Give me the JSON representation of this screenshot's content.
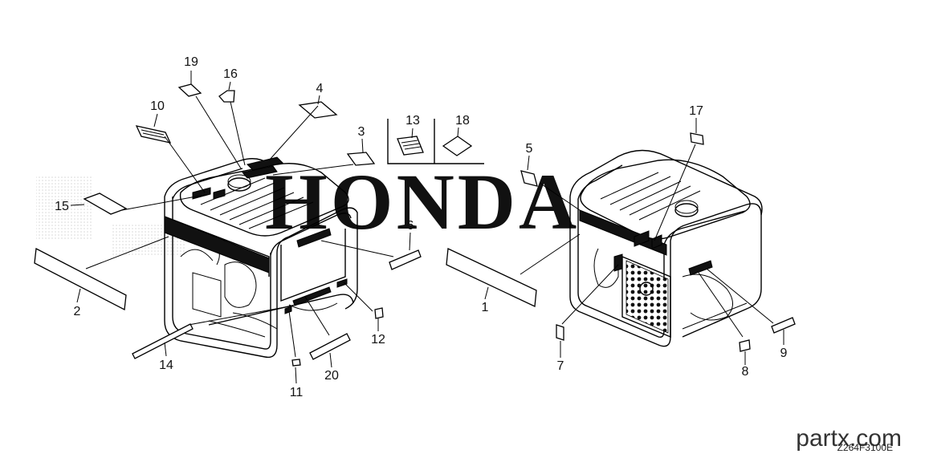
{
  "diagram": {
    "callouts": [
      {
        "id": "c1",
        "label": "1"
      },
      {
        "id": "c2",
        "label": "2"
      },
      {
        "id": "c3",
        "label": "3"
      },
      {
        "id": "c4",
        "label": "4"
      },
      {
        "id": "c5",
        "label": "5"
      },
      {
        "id": "c6",
        "label": "6"
      },
      {
        "id": "c7",
        "label": "7"
      },
      {
        "id": "c8",
        "label": "8"
      },
      {
        "id": "c9",
        "label": "9"
      },
      {
        "id": "c10",
        "label": "10"
      },
      {
        "id": "c11",
        "label": "11"
      },
      {
        "id": "c12",
        "label": "12"
      },
      {
        "id": "c13",
        "label": "13"
      },
      {
        "id": "c14",
        "label": "14"
      },
      {
        "id": "c15",
        "label": "15"
      },
      {
        "id": "c16",
        "label": "16"
      },
      {
        "id": "c17",
        "label": "17"
      },
      {
        "id": "c18",
        "label": "18"
      },
      {
        "id": "c19",
        "label": "19"
      },
      {
        "id": "c20",
        "label": "20"
      }
    ],
    "watermark_site": "partx.com",
    "diagram_code": "Z264F3100E",
    "watermark_brand": "HONDA"
  },
  "colors": {
    "line": "#000000",
    "background": "#ffffff",
    "watermark": "#bbbbbb"
  }
}
